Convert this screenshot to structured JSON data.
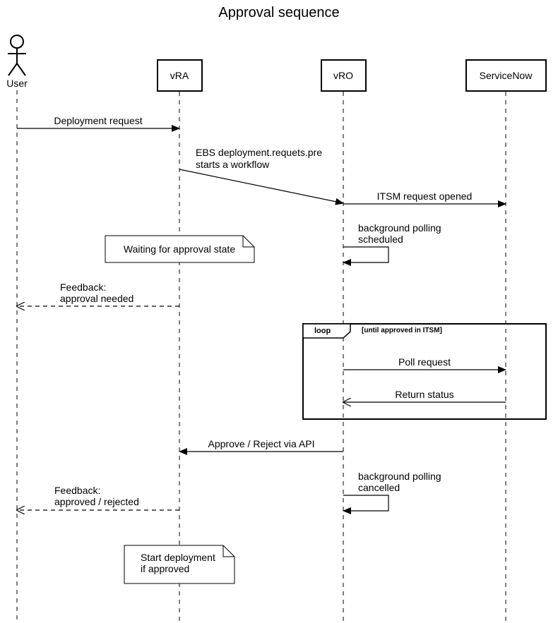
{
  "title": "Approval sequence",
  "participants": {
    "user": "User",
    "vra": "vRA",
    "vro": "vRO",
    "servicenow": "ServiceNow"
  },
  "messages": {
    "deployment_request": "Deployment request",
    "ebs_line1": "EBS deployment.requets.pre",
    "ebs_line2": "starts a workflow",
    "itsm_opened": "ITSM request opened",
    "polling_scheduled_line1": "background polling",
    "polling_scheduled_line2": "scheduled",
    "feedback1_line1": "Feedback:",
    "feedback1_line2": "approval needed",
    "poll_request": "Poll request",
    "return_status": "Return status",
    "approve_reject": "Approve / Reject via API",
    "polling_cancelled_line1": "background polling",
    "polling_cancelled_line2": "cancelled",
    "feedback2_line1": "Feedback:",
    "feedback2_line2": "approved / rejected"
  },
  "notes": {
    "waiting": "Waiting for approval state",
    "start_line1": "Start deployment",
    "start_line2": "if approved"
  },
  "loop": {
    "label": "loop",
    "guard": "[until approved in ITSM]"
  }
}
